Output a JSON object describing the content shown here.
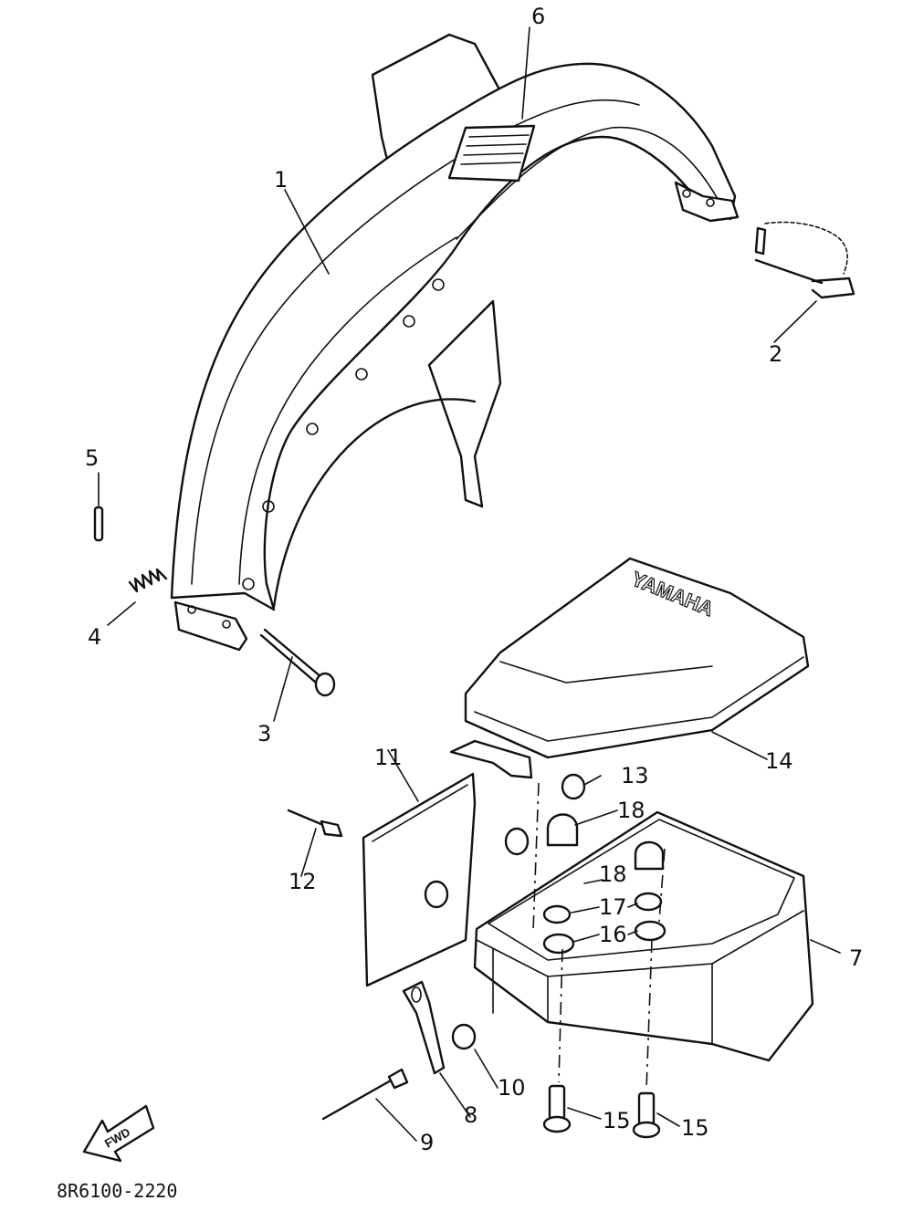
{
  "diagram": {
    "code": "8R6100-2220",
    "brand_mark": "YAMAHA",
    "front_arrow": "FWD",
    "callouts": [
      {
        "id": "c1",
        "label": "1"
      },
      {
        "id": "c2",
        "label": "2"
      },
      {
        "id": "c3",
        "label": "3"
      },
      {
        "id": "c4",
        "label": "4"
      },
      {
        "id": "c5",
        "label": "5"
      },
      {
        "id": "c6",
        "label": "6"
      },
      {
        "id": "c7",
        "label": "7"
      },
      {
        "id": "c8",
        "label": "8"
      },
      {
        "id": "c9",
        "label": "9"
      },
      {
        "id": "c10",
        "label": "10"
      },
      {
        "id": "c11",
        "label": "11"
      },
      {
        "id": "c12",
        "label": "12"
      },
      {
        "id": "c13",
        "label": "13"
      },
      {
        "id": "c14",
        "label": "14"
      },
      {
        "id": "c15a",
        "label": "15"
      },
      {
        "id": "c15b",
        "label": "15"
      },
      {
        "id": "c16",
        "label": "16"
      },
      {
        "id": "c17",
        "label": "17"
      },
      {
        "id": "c18a",
        "label": "18"
      },
      {
        "id": "c18b",
        "label": "18"
      }
    ]
  }
}
